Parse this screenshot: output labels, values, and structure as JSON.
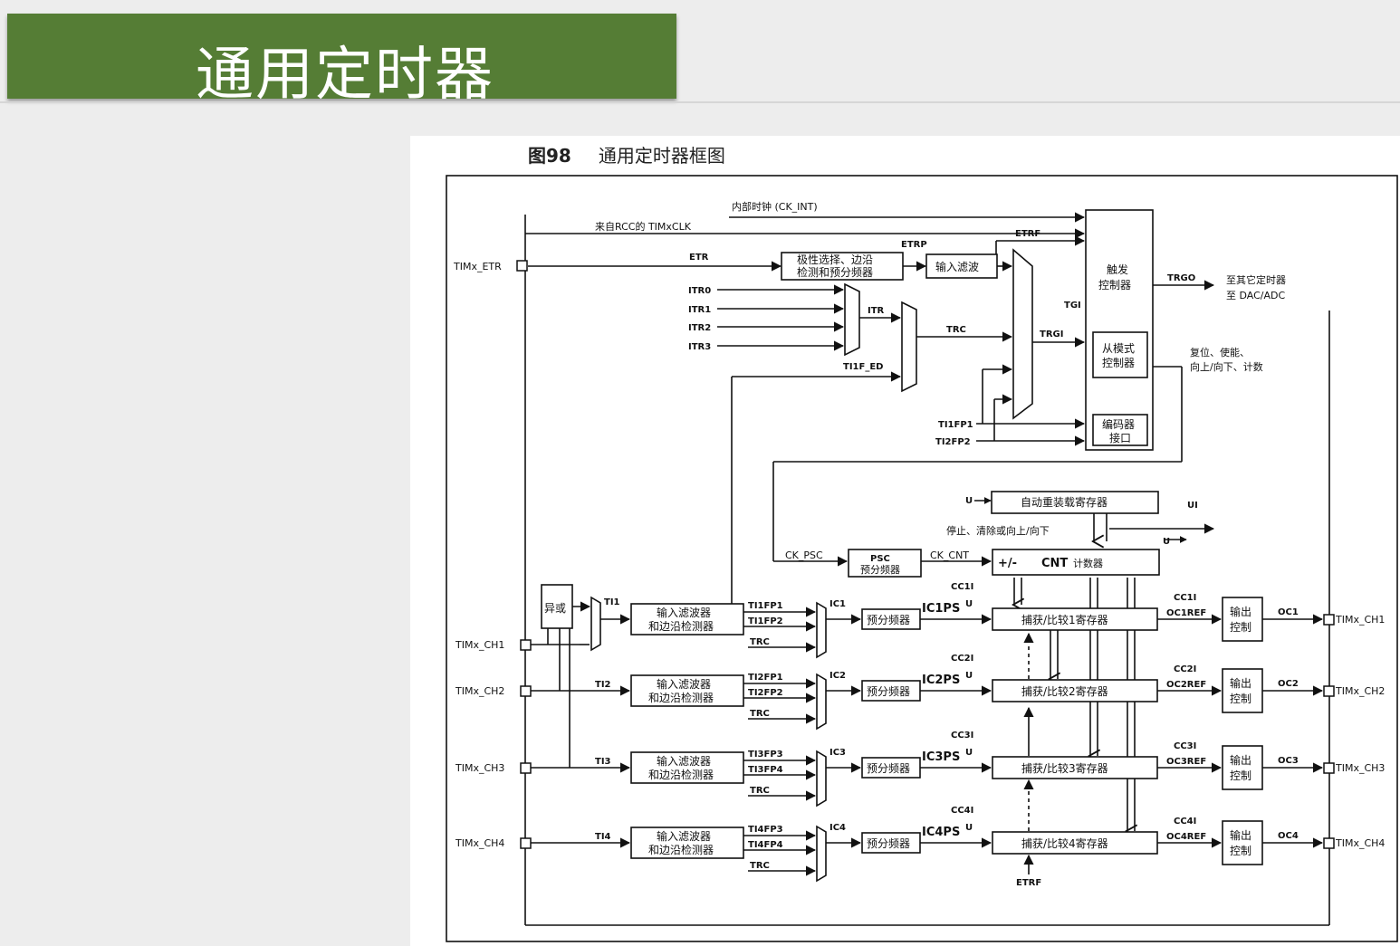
{
  "slide": {
    "title": "通用定时器"
  },
  "figure": {
    "number": "图98",
    "title": "通用定时器框图"
  },
  "labels": {
    "ck_int": "内部时钟 (CK_INT)",
    "timxclk": "来自RCC的 TIMxCLK",
    "etr_pin": "TIMx_ETR",
    "etr": "ETR",
    "etrp": "ETRP",
    "etrf": "ETRF",
    "itr0": "ITR0",
    "itr1": "ITR1",
    "itr2": "ITR2",
    "itr3": "ITR3",
    "itr": "ITR",
    "trc": "TRC",
    "ti1f_ed": "TI1F_ED",
    "tgi": "TGI",
    "trgi": "TRGI",
    "trgo": "TRGO",
    "to_timer_1": "至其它定时器",
    "to_timer_2": "至 DAC/ADC",
    "slave_out_1": "复位、使能、",
    "slave_out_2": "向上/向下、计数",
    "ti1fp1": "TI1FP1",
    "ti2fp2": "TI2FP2",
    "u_event": "U",
    "ui": "UI",
    "stop_clear": "停止、清除或向上/向下",
    "ck_psc": "CK_PSC",
    "ck_cnt": "CK_CNT",
    "plus_minus": "+/-",
    "cnt_main": "CNT",
    "cnt_suffix": "计数器",
    "psc_main": "PSC",
    "psc_suffix": "预分频器",
    "etrf_bottom": "ETRF"
  },
  "boxes": {
    "polarity_1": "极性选择、边沿",
    "polarity_2": "检测和预分频器",
    "input_filter": "输入滤波",
    "trigger_1": "触发",
    "trigger_2": "控制器",
    "slave_1": "从模式",
    "slave_2": "控制器",
    "encoder_1": "编码器",
    "encoder_2": "接口",
    "autoreload": "自动重装载寄存器",
    "xor": "异或"
  },
  "channels": [
    {
      "pin": "TIMx_CH1",
      "ti": "TI1",
      "fp_a": "TI1FP1",
      "fp_b": "TI1FP2",
      "trc": "TRC",
      "ic": "IC1",
      "icps": "IC1PS",
      "ccx": "CC1I",
      "ref": "OC1REF",
      "oc": "OC1",
      "filter_1": "输入滤波器",
      "filter_2": "和边沿检测器",
      "presc": "预分频器",
      "capture": "捕获/比较1寄存器",
      "out_1": "输出",
      "out_2": "控制"
    },
    {
      "pin": "TIMx_CH2",
      "ti": "TI2",
      "fp_a": "TI2FP1",
      "fp_b": "TI2FP2",
      "trc": "TRC",
      "ic": "IC2",
      "icps": "IC2PS",
      "ccx": "CC2I",
      "ref": "OC2REF",
      "oc": "OC2",
      "filter_1": "输入滤波器",
      "filter_2": "和边沿检测器",
      "presc": "预分频器",
      "capture": "捕获/比较2寄存器",
      "out_1": "输出",
      "out_2": "控制"
    },
    {
      "pin": "TIMx_CH3",
      "ti": "TI3",
      "fp_a": "TI3FP3",
      "fp_b": "TI3FP4",
      "trc": "TRC",
      "ic": "IC3",
      "icps": "IC3PS",
      "ccx": "CC3I",
      "ref": "OC3REF",
      "oc": "OC3",
      "filter_1": "输入滤波器",
      "filter_2": "和边沿检测器",
      "presc": "预分频器",
      "capture": "捕获/比较3寄存器",
      "out_1": "输出",
      "out_2": "控制"
    },
    {
      "pin": "TIMx_CH4",
      "ti": "TI4",
      "fp_a": "TI4FP3",
      "fp_b": "TI4FP4",
      "trc": "TRC",
      "ic": "IC4",
      "icps": "IC4PS",
      "ccx": "CC4I",
      "ref": "OC4REF",
      "oc": "OC4",
      "filter_1": "输入滤波器",
      "filter_2": "和边沿检测器",
      "presc": "预分频器",
      "capture": "捕获/比较4寄存器",
      "out_1": "输出",
      "out_2": "控制"
    }
  ]
}
